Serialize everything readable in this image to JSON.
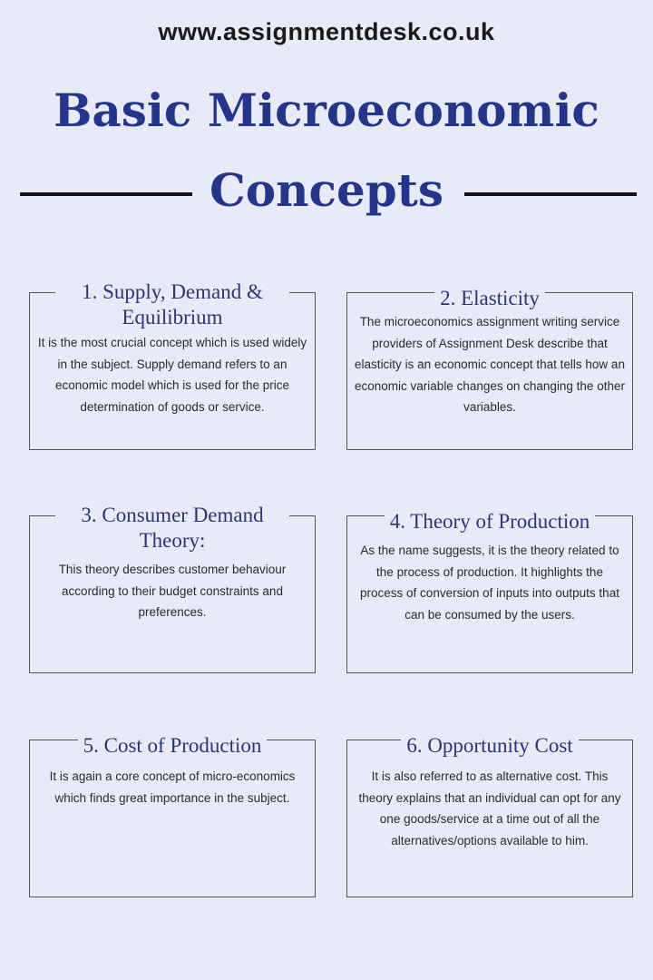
{
  "header": {
    "url": "www.assignmentdesk.co.uk",
    "title_line1": "Basic Microeconomic",
    "title_line2": "Concepts"
  },
  "concepts": [
    {
      "title": "1. Supply, Demand & Equilibrium",
      "text": "It is the most crucial concept which is used widely in the subject. Supply demand refers to an economic model which is used for the price determination of goods or service."
    },
    {
      "title": "2. Elasticity",
      "text": "The microeconomics assignment writing service providers of Assignment Desk describe that elasticity is an economic concept that tells how an economic variable changes on changing the other variables."
    },
    {
      "title": "3. Consumer Demand Theory:",
      "text": "This theory describes customer behaviour according to their budget constraints and preferences."
    },
    {
      "title": "4. Theory of Production",
      "text": "As the name suggests, it is the theory related to the process of production. It highlights the process of conversion of inputs into outputs that can be consumed by the users."
    },
    {
      "title": "5. Cost of Production",
      "text": "It is again a core concept of micro-economics which finds great importance in the subject."
    },
    {
      "title": "6. Opportunity Cost",
      "text": "It is also referred to as alternative cost. This theory explains that an individual can opt for any one goods/service at a time out of all the alternatives/options available to him."
    }
  ]
}
